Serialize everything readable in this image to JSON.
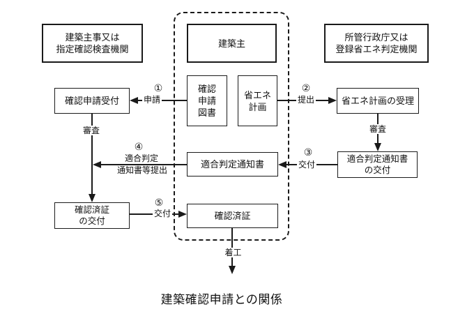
{
  "title": "建築確認申請との関係",
  "colors": {
    "line": "#1a1a1a",
    "background": "#ffffff"
  },
  "nodes": {
    "applicant_org": "建築主事又は\n指定確認検査機関",
    "building_owner": "建築主",
    "admin_org": "所管行政庁又は\n登録省エネ判定機関",
    "confirmation_docs": "確認\n申請\n図書",
    "energy_plan": "省エネ\n計画",
    "confirmation_reception": "確認申請受付",
    "energy_plan_reception": "省エネ計画の受理",
    "conformity_notice": "適合判定通知書",
    "conformity_notice_issue": "適合判定通知書\nの交付",
    "cert_issue": "確認済証\nの交付",
    "cert": "確認済証"
  },
  "labels": {
    "step1": {
      "num": "①",
      "text": "申請"
    },
    "step2": {
      "num": "②",
      "text": "提出"
    },
    "step3": {
      "num": "③",
      "text": "交付"
    },
    "step4": {
      "num": "④",
      "text1": "適合判定",
      "text2": "通知書等提出"
    },
    "step5": {
      "num": "⑤",
      "text": "交付"
    },
    "review_left": "審査",
    "review_right": "審査",
    "construction_start": "着工"
  }
}
